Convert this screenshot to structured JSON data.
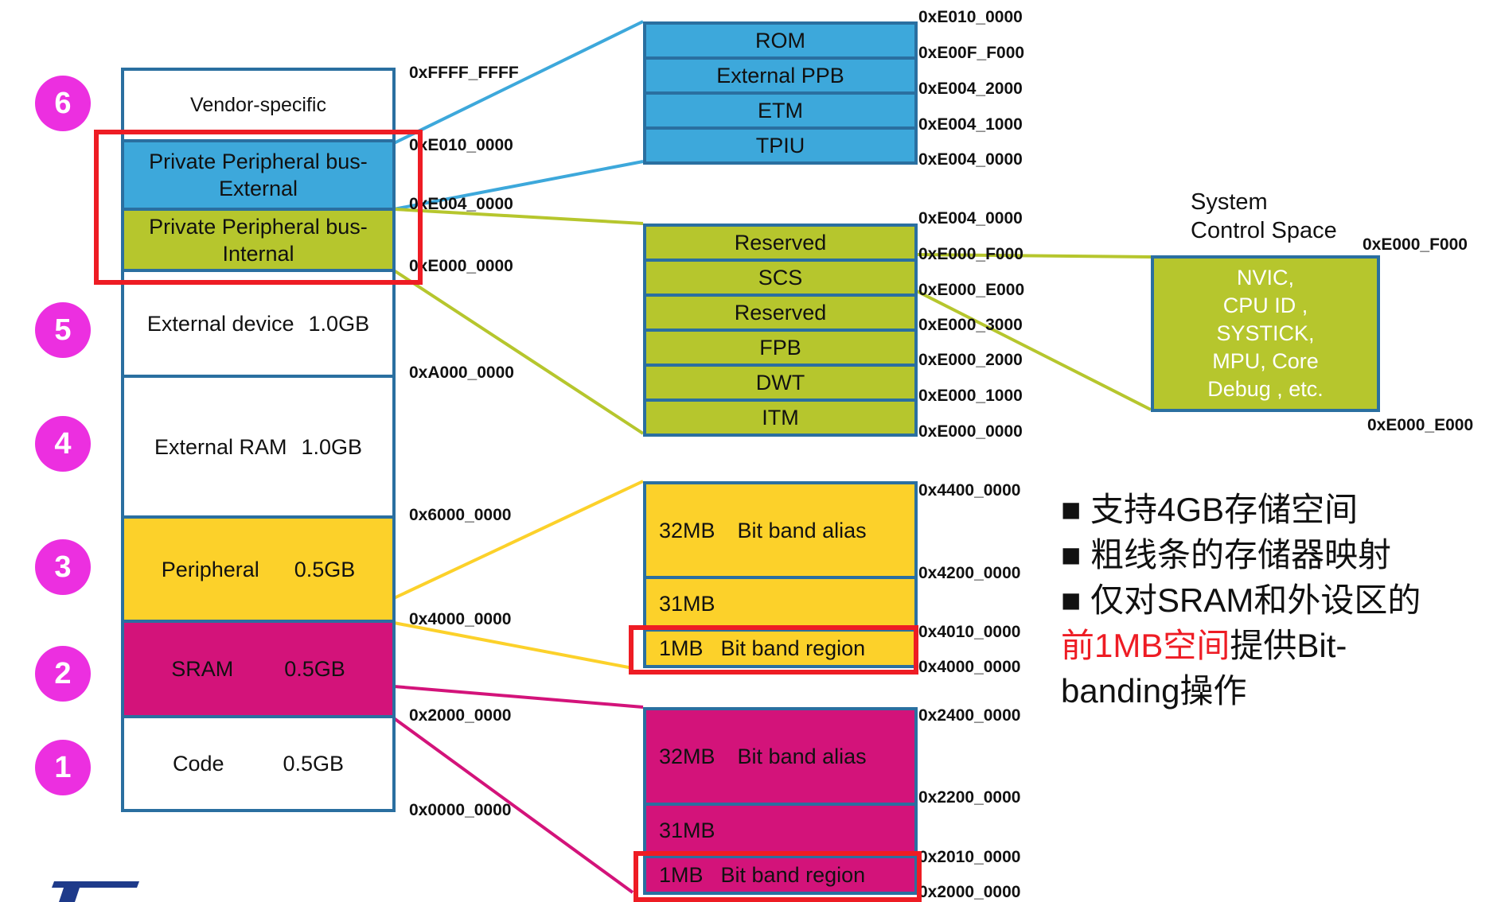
{
  "memory_map": {
    "regions": [
      {
        "num": "6",
        "label": "Vendor-specific"
      },
      {
        "label": "Private Peripheral bus-\nExternal"
      },
      {
        "label": "Private Peripheral bus-\nInternal"
      },
      {
        "num": "5",
        "name": "External device",
        "size": "1.0GB"
      },
      {
        "num": "4",
        "name": "External RAM",
        "size": "1.0GB"
      },
      {
        "num": "3",
        "name": "Peripheral",
        "size": "0.5GB"
      },
      {
        "num": "2",
        "name": "SRAM",
        "size": "0.5GB"
      },
      {
        "num": "1",
        "name": "Code",
        "size": "0.5GB"
      }
    ],
    "addresses": [
      "0xFFFF_FFFF",
      "0xE010_0000",
      "0xE004_0000",
      "0xE000_0000",
      "0xA000_0000",
      "0x6000_0000",
      "0x4000_0000",
      "0x2000_0000",
      "0x0000_0000"
    ]
  },
  "ppb_external": {
    "items": [
      "ROM",
      "External PPB",
      "ETM",
      "TPIU"
    ],
    "addresses": [
      "0xE010_0000",
      "0xE00F_F000",
      "0xE004_2000",
      "0xE004_1000",
      "0xE004_0000"
    ]
  },
  "ppb_internal": {
    "items": [
      "Reserved",
      "SCS",
      "Reserved",
      "FPB",
      "DWT",
      "ITM"
    ],
    "addresses": [
      "0xE004_0000",
      "0xE000_F000",
      "0xE000_E000",
      "0xE000_3000",
      "0xE000_2000",
      "0xE000_1000",
      "0xE000_0000"
    ]
  },
  "system_control_space": {
    "title": "System\nControl Space",
    "content": "NVIC,\nCPU ID ,\nSYSTICK,\nMPU, Core\nDebug , etc.",
    "addr_top": "0xE000_F000",
    "addr_bottom": "0xE000_E000"
  },
  "peripheral_bitband": {
    "alias": {
      "size": "32MB",
      "label": "Bit band alias"
    },
    "middle": {
      "size": "31MB"
    },
    "region": {
      "size": "1MB",
      "label": "Bit band region"
    },
    "addresses": [
      "0x4400_0000",
      "0x4200_0000",
      "0x4010_0000",
      "0x4000_0000"
    ]
  },
  "sram_bitband": {
    "alias": {
      "size": "32MB",
      "label": "Bit band alias"
    },
    "middle": {
      "size": "31MB"
    },
    "region": {
      "size": "1MB",
      "label": "Bit band region"
    },
    "addresses": [
      "0x2400_0000",
      "0x2200_0000",
      "0x2010_0000",
      "0x2000_0000"
    ]
  },
  "notes": {
    "bullet1": "■ 支持4GB存储空间",
    "bullet2": "■ 粗线条的存储器映射",
    "bullet3": "■ 仅对SRAM和外设区的",
    "bullet4_red": "前1MB空间",
    "bullet4_rest": "提供Bit-",
    "bullet5": "banding操作"
  },
  "colors": {
    "blue": "#3da8db",
    "lime": "#b6c62d",
    "yellow": "#fcd12a",
    "magenta": "#d3137a",
    "badge": "#ec2fe0",
    "highlight": "#ee1c24",
    "border": "#2a6fa0"
  },
  "logo": {
    "icon": "st-logo-icon"
  }
}
